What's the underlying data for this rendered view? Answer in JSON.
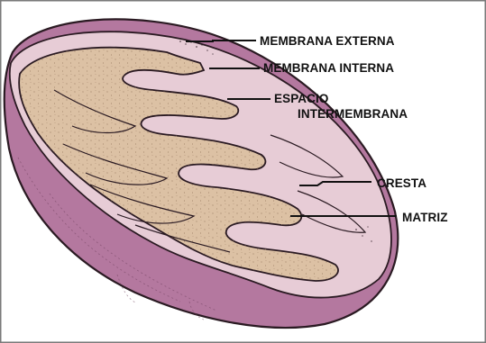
{
  "labels": {
    "outer_membrane": "MEMBRANA EXTERNA",
    "inner_membrane": "MEMBRANA INTERNA",
    "intermembrane_space_line1": "ESPACIO",
    "intermembrane_space_line2": "INTERMEMBRANA",
    "crista": "CRESTA",
    "matrix": "MATRIZ"
  },
  "colors": {
    "outer_membrane": "#b4789f",
    "inner_surface": "#e7ccd6",
    "matrix": "#dcc1a4",
    "line": "#2a1a22"
  }
}
